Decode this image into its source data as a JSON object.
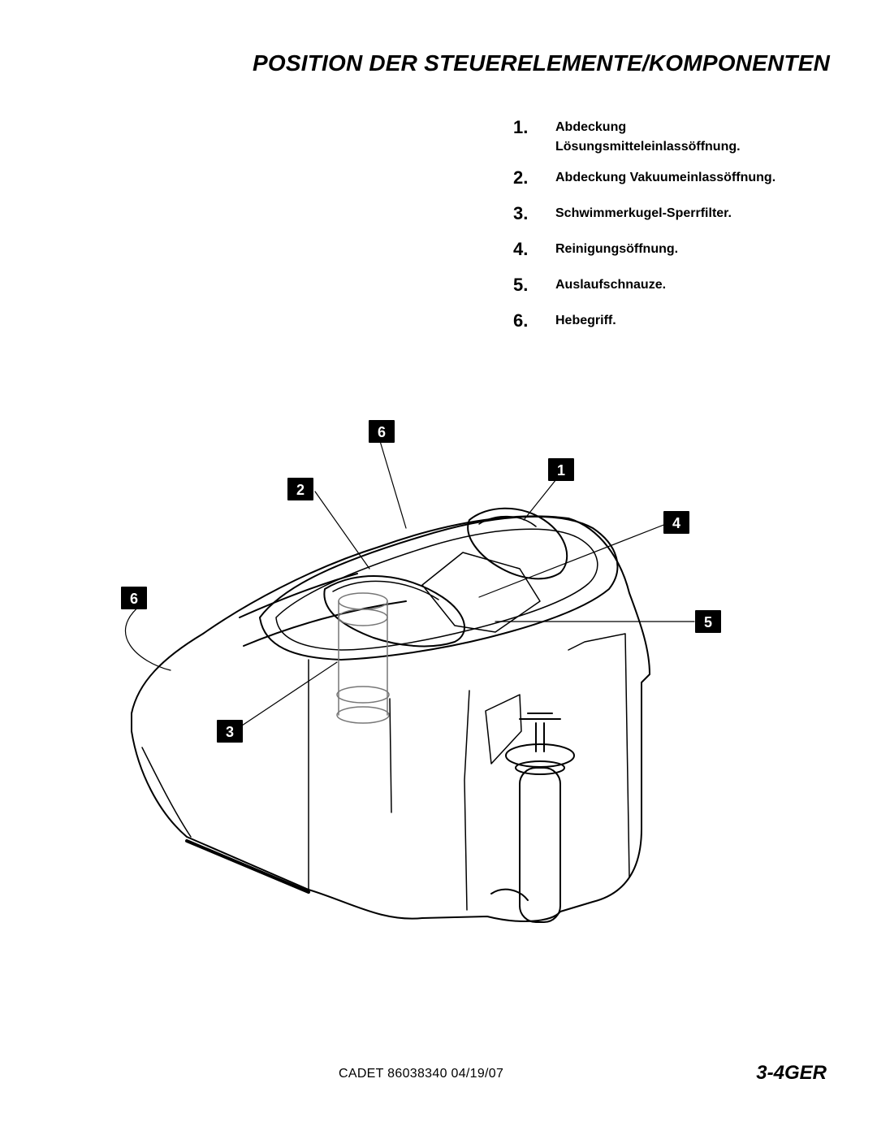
{
  "title": "POSITION DER STEUERELEMENTE/KOMPONENTEN",
  "legend": [
    {
      "num": "1.",
      "text": "Abdeckung Lösungsmitteleinlassöffnung."
    },
    {
      "num": "2.",
      "text": "Abdeckung Vakuumeinlassöffnung."
    },
    {
      "num": "3.",
      "text": "Schwimmerkugel-Sperrfilter."
    },
    {
      "num": "4.",
      "text": "Reinigungsöffnung."
    },
    {
      "num": "5.",
      "text": "Auslaufschnauze."
    },
    {
      "num": "6.",
      "text": "Hebegriff."
    }
  ],
  "callouts": {
    "c6a": "6",
    "c1": "1",
    "c2": "2",
    "c4": "4",
    "c6b": "6",
    "c5": "5",
    "c3": "3"
  },
  "footer": {
    "code": "CADET  86038340  04/19/07",
    "page": "3-4GER"
  }
}
